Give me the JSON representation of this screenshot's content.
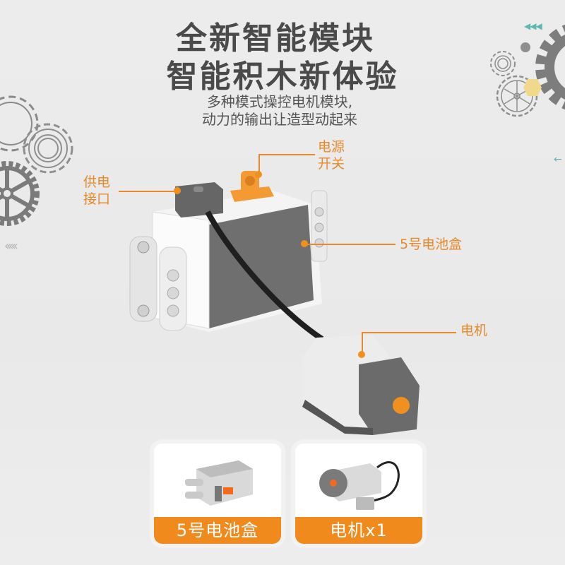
{
  "headline": {
    "line1": "全新智能模块",
    "line2": "智能积木新体验"
  },
  "subheadline": {
    "line1": "多种模式操控电机模块,",
    "line2": "动力的输出让造型动起来"
  },
  "callouts": {
    "power_switch": {
      "line1": "电源",
      "line2": "开关"
    },
    "power_port": {
      "line1": "供电",
      "line2": "接口"
    },
    "battery_box": "5号电池盒",
    "motor": "电机"
  },
  "products": [
    {
      "name": "battery-box",
      "label": "5号电池盒"
    },
    {
      "name": "motor",
      "label": "电机x1"
    }
  ],
  "colors": {
    "accent_orange": "#f08a1c",
    "title_gray": "#4a4a4a",
    "background": "#ebebeb",
    "teal_arrow": "#5fb8b0",
    "hex_yellow": "#f0d98a"
  }
}
